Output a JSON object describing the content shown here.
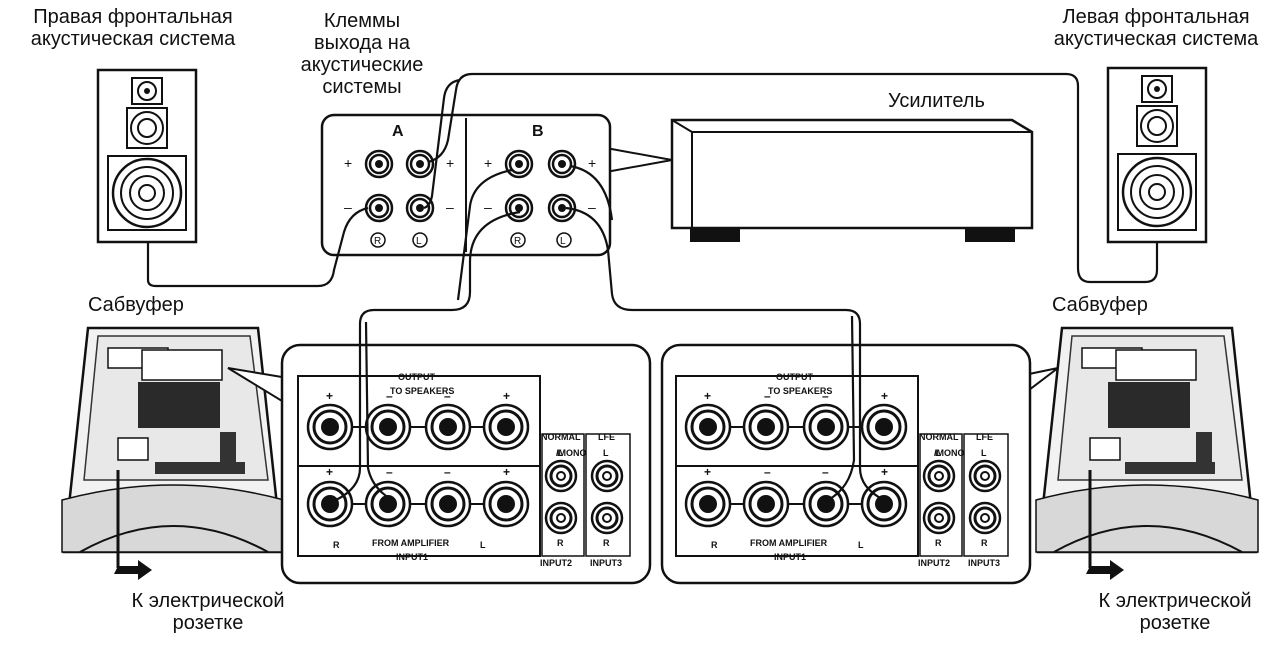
{
  "labels": {
    "right_front_speaker": "Правая фронтальная\nакустическая система",
    "left_front_speaker": "Левая фронтальная\nакустическая система",
    "speaker_terminals": "Клеммы\nвыхода на\nакустические\nсистемы",
    "amplifier": "Усилитель",
    "subwoofer_left": "Сабвуфер",
    "subwoofer_right": "Сабвуфер",
    "outlet_left": "К электрической\nрозетке",
    "outlet_right": "К электрической\nрозетке"
  },
  "amp_panel": {
    "group_a": "A",
    "group_b": "B",
    "plus": "+",
    "minus": "–",
    "r_mark": "R",
    "l_mark": "L"
  },
  "sub_panel": {
    "output": "OUTPUT",
    "to_speakers": "TO SPEAKERS",
    "from_amplifier": "FROM AMPLIFIER",
    "input1": "INPUT1",
    "input2": "INPUT2",
    "input3": "INPUT3",
    "normal": "NORMAL",
    "lfe": "LFE",
    "mono": "/MONO",
    "plus": "+",
    "minus": "–",
    "r_mark": "R",
    "l_mark": "L"
  }
}
